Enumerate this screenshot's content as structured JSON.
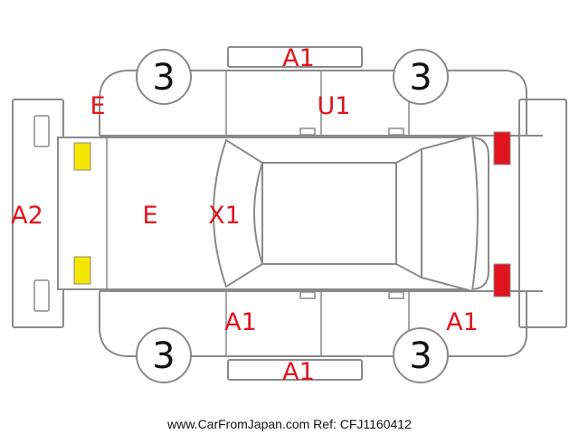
{
  "wheels": {
    "front_left": "3",
    "rear_left": "3",
    "front_right": "3",
    "rear_right": "3"
  },
  "codes": {
    "roof_top_strip": "A1",
    "roof_bottom_strip": "A1",
    "rear_door_upper": "U1",
    "front_fender_upper": "E",
    "hood": "E",
    "windshield": "X1",
    "front_bumper": "A2",
    "front_door_lower": "A1",
    "rear_quarter_lower": "A1"
  },
  "lamp_colors": {
    "front": "#f3e600",
    "rear": "#e0141e"
  },
  "accent_color": "#e0141e",
  "credit": "www.CarFromJapan.com Ref: CFJ1160412"
}
